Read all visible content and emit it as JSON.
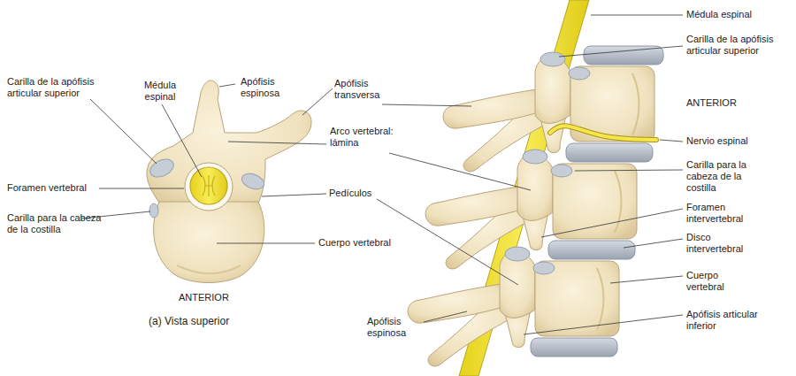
{
  "diagram": {
    "caption": "(a) Vista superior",
    "labels": [
      "Carilla de la apófisis articular superior",
      "Médula espinal",
      "Apófisis espinosa",
      "Apófisis transversa",
      "Arco vertebral: lámina",
      "Foramen vertebral",
      "Pedículos",
      "Carilla para la cabeza de la costilla",
      "Cuerpo vertebral",
      "ANTERIOR",
      "Médula espinal",
      "Carilla de la apófisis articular superior",
      "ANTERIOR",
      "Nervio espinal",
      "Carilla para la cabeza de la costilla",
      "Foramen intervertebral",
      "Disco intervertebral",
      "Cuerpo vertebral",
      "Apófisis espinosa",
      "Apófisis articular inferior"
    ]
  }
}
